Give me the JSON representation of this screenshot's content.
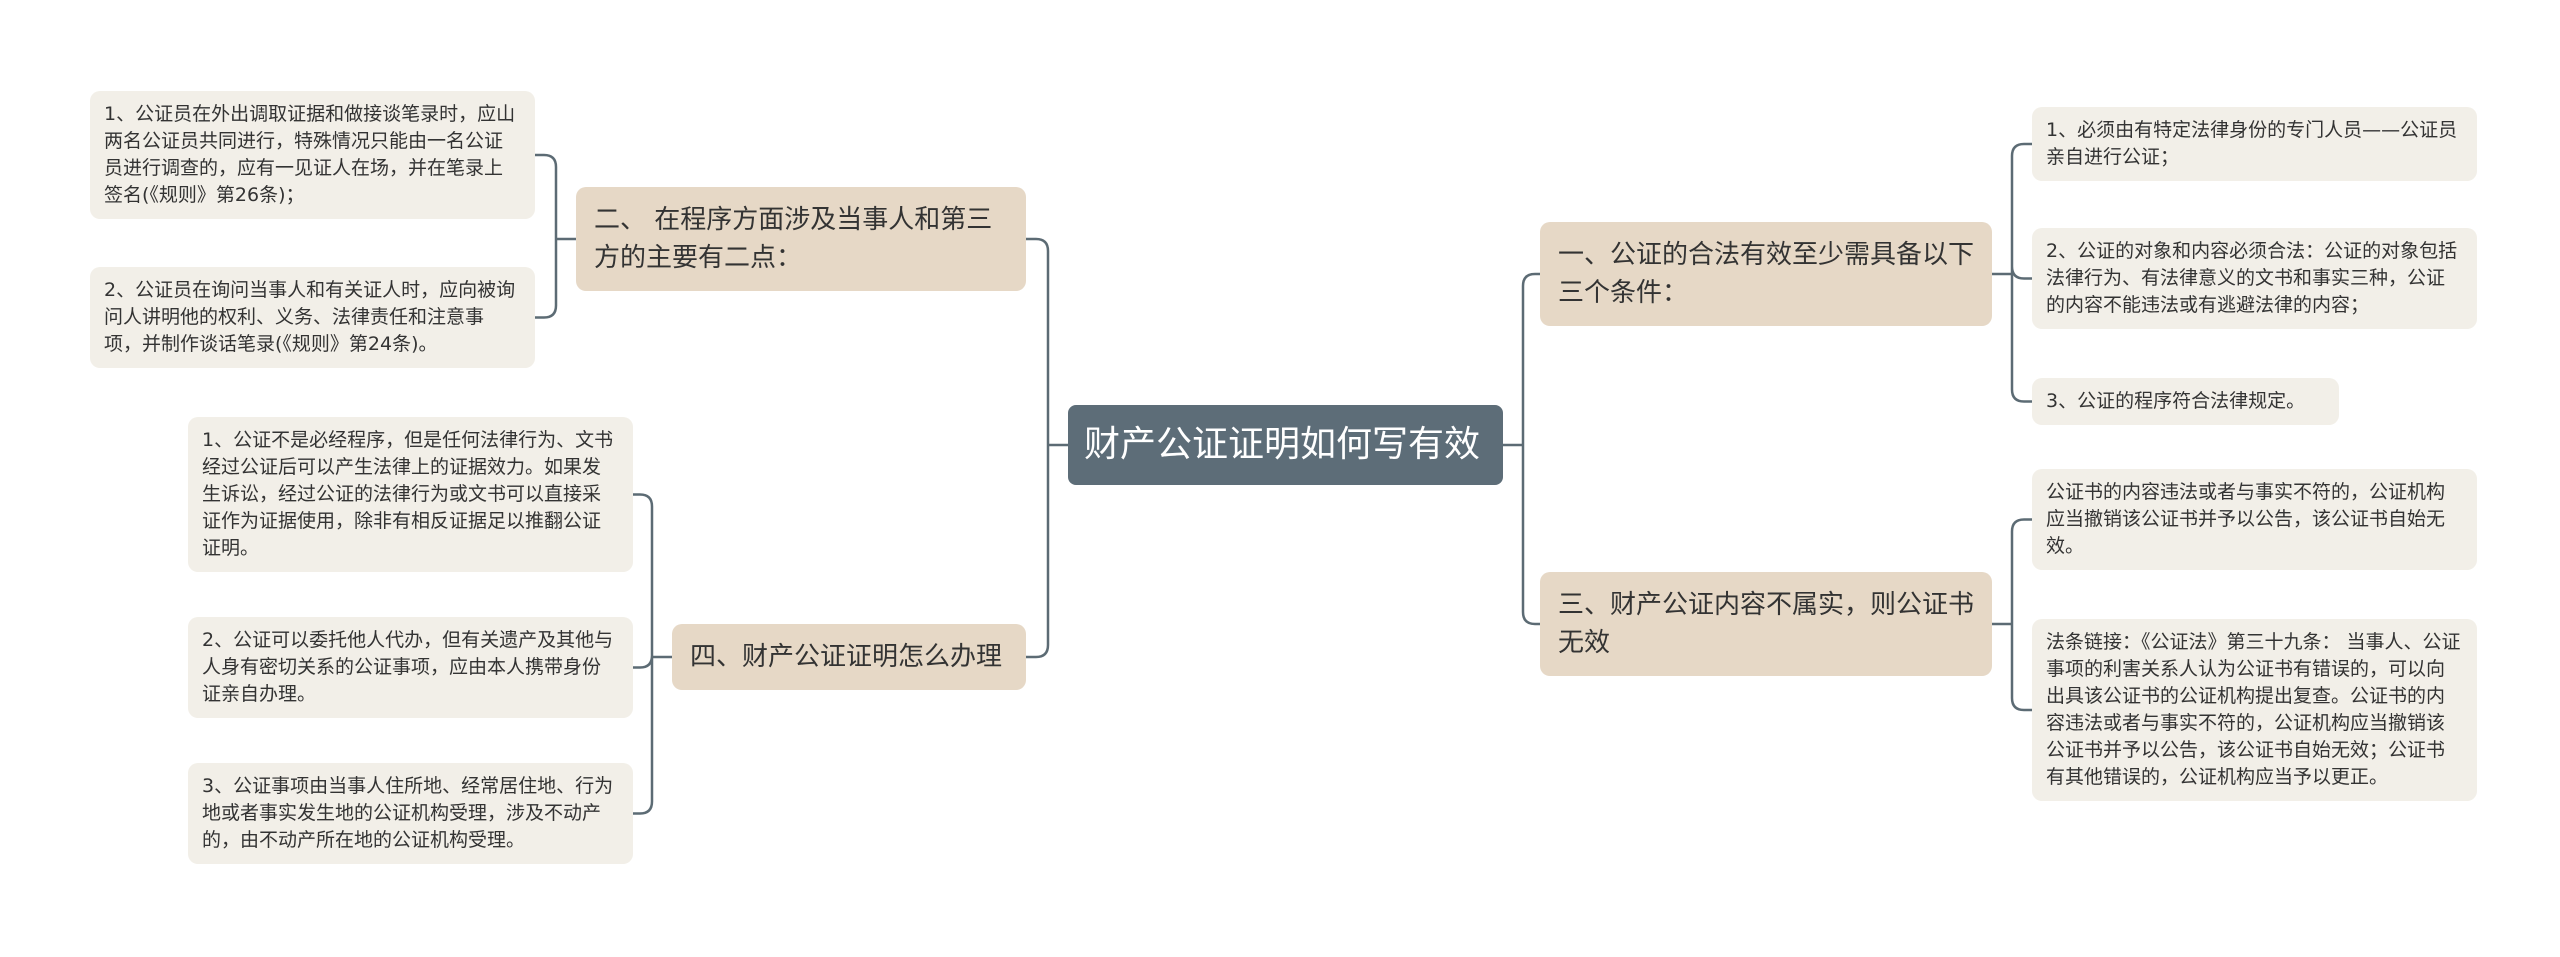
{
  "root": {
    "label": "财产公证证明如何写有效"
  },
  "branches": [
    {
      "label": "二、 在程序方面涉及当事人和第三方的主要有二点：",
      "children": [
        "1、公证员在外出调取证据和做接谈笔录时，应山两名公证员共同进行，特殊情况只能由一名公证员进行调查的，应有一见证人在场，并在笔录上签名(《规则》第26条)；",
        "2、公证员在询问当事人和有关证人时，应向被询问人讲明他的权利、义务、法律责任和注意事项，并制作谈话笔录(《规则》第24条)。"
      ]
    },
    {
      "label": "四、财产公证证明怎么办理",
      "children": [
        "1、公证不是必经程序，但是任何法律行为、文书经过公证后可以产生法律上的证据效力。如果发生诉讼，经过公证的法律行为或文书可以直接采证作为证据使用，除非有相反证据足以推翻公证证明。",
        "2、公证可以委托他人代办，但有关遗产及其他与人身有密切关系的公证事项，应由本人携带身份证亲自办理。",
        "3、公证事项由当事人住所地、经常居住地、行为地或者事实发生地的公证机构受理，涉及不动产的，由不动产所在地的公证机构受理。"
      ]
    },
    {
      "label": "一、公证的合法有效至少需具备以下三个条件：",
      "children": [
        "1、必须由有特定法律身份的专门人员——公证员亲自进行公证；",
        "2、公证的对象和内容必须合法：公证的对象包括法律行为、有法律意义的文书和事实三种，公证的内容不能违法或有逃避法律的内容；",
        "3、公证的程序符合法律规定。"
      ]
    },
    {
      "label": "三、财产公证内容不属实，则公证书无效",
      "children": [
        "公证书的内容违法或者与事实不符的，公证机构应当撤销该公证书并予以公告，该公证书自始无效。",
        "法条链接：《公证法》第三十九条： 当事人、公证事项的利害关系人认为公证书有错误的，可以向出具该公证书的公证机构提出复查。公证书的内容违法或者与事实不符的，公证机构应当撤销该公证书并予以公告，该公证书自始无效；公证书有其他错误的，公证机构应当予以更正。"
      ]
    }
  ]
}
